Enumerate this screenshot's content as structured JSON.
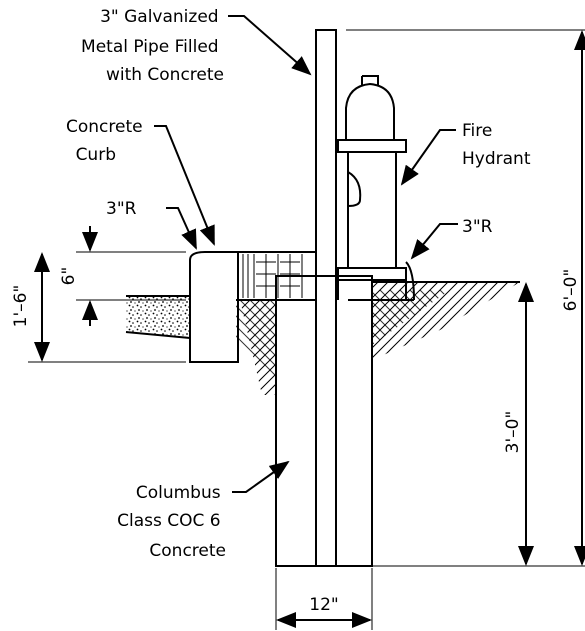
{
  "labels": {
    "pipe": [
      "3\" Galvanized",
      "Metal Pipe Filled",
      "with Concrete"
    ],
    "curb": [
      "Concrete",
      "Curb"
    ],
    "radius_left": "3\"R",
    "hydrant": [
      "Fire",
      "Hydrant"
    ],
    "radius_right": "3\"R",
    "concrete_class": [
      "Columbus",
      "Class COC 6",
      "Concrete"
    ]
  },
  "dimensions": {
    "curb_top": "6\"",
    "curb_total": "1'–6\"",
    "pipe_total": "6'–0\"",
    "embed_depth": "3'–0\"",
    "footing_width": "12\""
  }
}
